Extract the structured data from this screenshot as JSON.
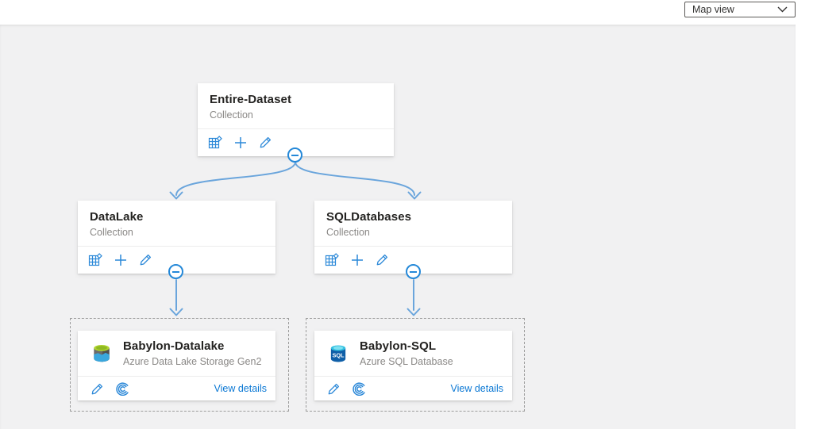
{
  "toolbar": {
    "view_select": {
      "value": "Map view",
      "chevron_icon": "chevron-down-icon"
    }
  },
  "map": {
    "root": {
      "title": "Entire-Dataset",
      "type_label": "Collection",
      "actions": [
        "grid-icon",
        "add-icon",
        "edit-icon"
      ],
      "collapse_control": "minus"
    },
    "collections": [
      {
        "title": "DataLake",
        "type_label": "Collection",
        "actions": [
          "grid-icon",
          "add-icon",
          "edit-icon"
        ],
        "collapse_control": "minus"
      },
      {
        "title": "SQLDatabases",
        "type_label": "Collection",
        "actions": [
          "grid-icon",
          "add-icon",
          "edit-icon"
        ],
        "collapse_control": "minus"
      }
    ],
    "sources": [
      {
        "title": "Babylon-Datalake",
        "type_label": "Azure Data Lake Storage Gen2",
        "icon": "azure-data-lake-storage-gen2-icon",
        "actions": [
          "edit-icon",
          "scan-icon"
        ],
        "details_label": "View details"
      },
      {
        "title": "Babylon-SQL",
        "type_label": "Azure SQL Database",
        "icon": "azure-sql-database-icon",
        "actions": [
          "edit-icon",
          "scan-icon"
        ],
        "details_label": "View details"
      }
    ]
  },
  "icons": {
    "sql_text": "SQL"
  },
  "colors": {
    "accent": "#2b88d8",
    "link": "#0b78d4",
    "connector": "#6aa5dc",
    "canvas_bg": "#f1f1f2",
    "card_bg": "#ffffff",
    "dashed_border": "#9c9c9c",
    "title_text": "#242321",
    "subtitle_text": "#8a8886",
    "adls_green": "#b0d42f",
    "adls_blue": "#3aa7dd",
    "sql_blue": "#0f5fa8",
    "sql_cyan": "#35c1e1"
  }
}
